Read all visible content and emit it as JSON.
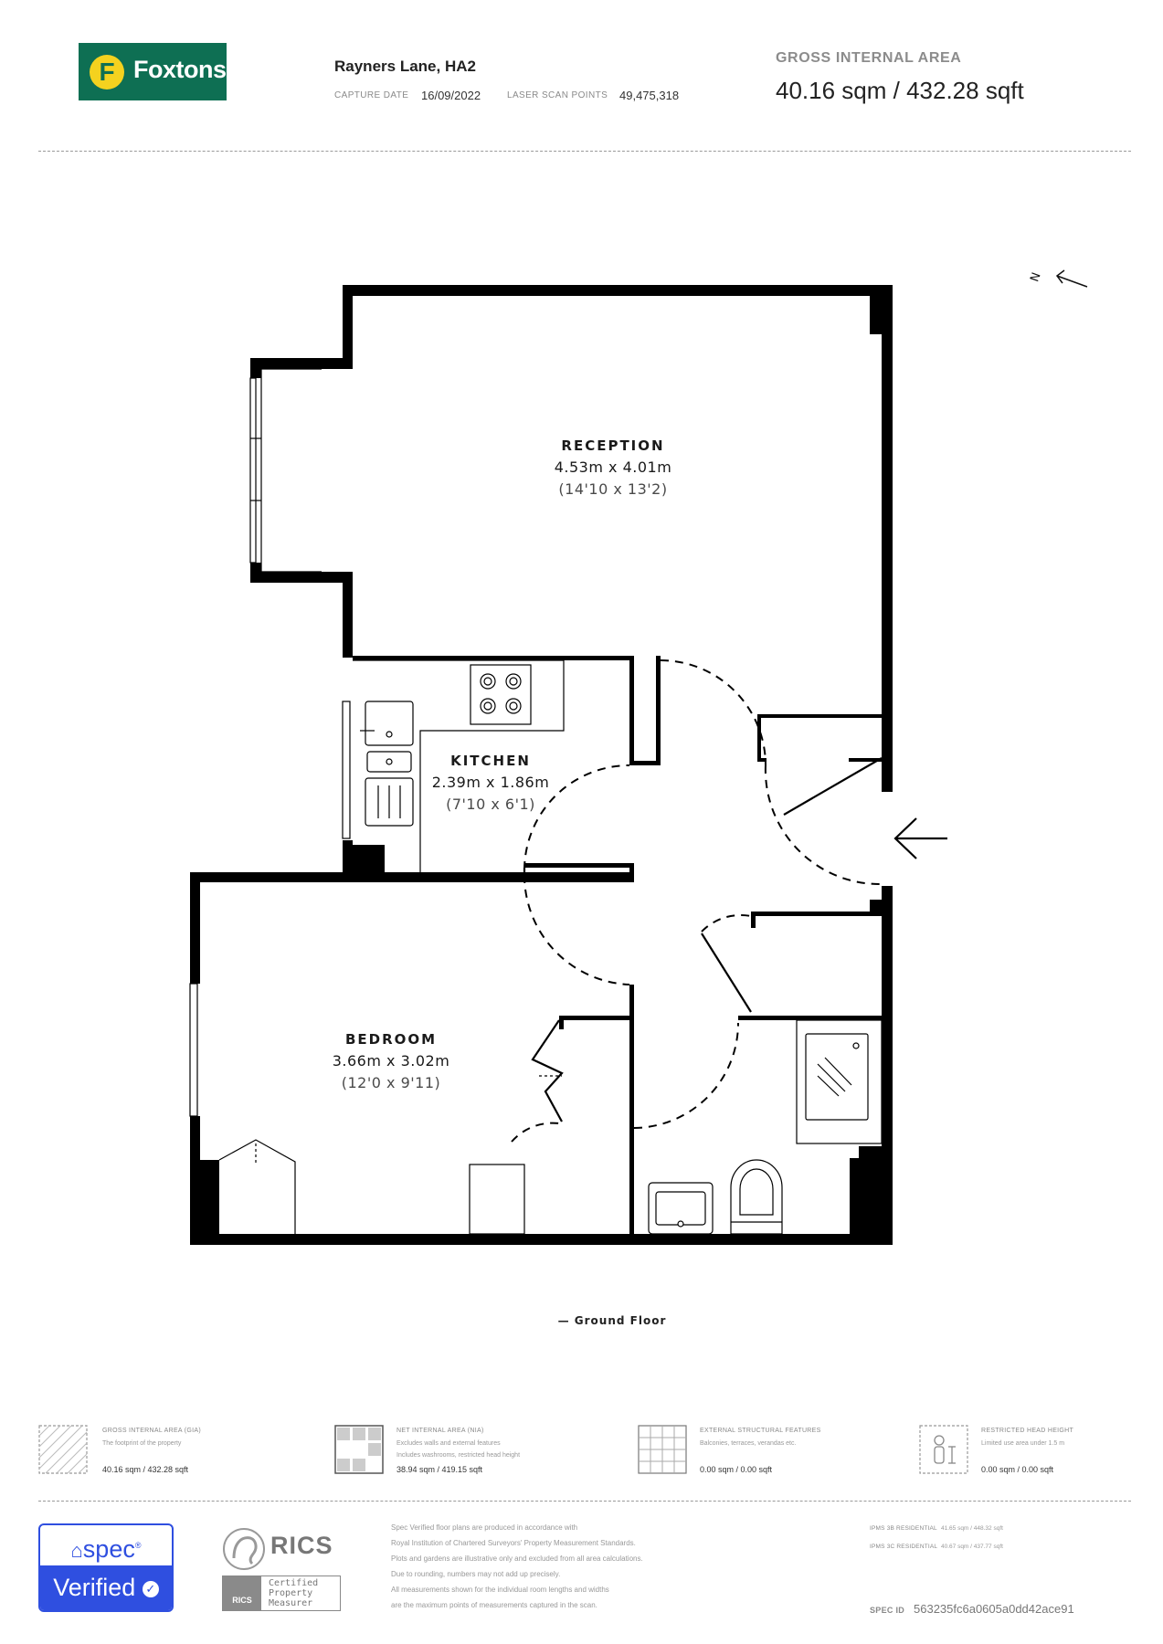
{
  "header": {
    "brand": "Foxtons",
    "brand_initial": "F",
    "address": "Rayners Lane, HA2",
    "capture_date_label": "CAPTURE DATE",
    "capture_date": "16/09/2022",
    "laser_label": "LASER SCAN POINTS",
    "laser_points": "49,475,318",
    "gia_label": "GROSS INTERNAL AREA",
    "gia_value": "40.16 sqm / 432.28 sqft"
  },
  "compass": {
    "letter": "N"
  },
  "rooms": [
    {
      "name": "RECEPTION",
      "metric": "4.53m x 4.01m",
      "imperial": "(14'10 x 13'2)"
    },
    {
      "name": "KITCHEN",
      "metric": "2.39m x 1.86m",
      "imperial": "(7'10 x 6'1)"
    },
    {
      "name": "BEDROOM",
      "metric": "3.66m x 3.02m",
      "imperial": "(12'0 x 9'11)"
    }
  ],
  "floor_label": "— Ground Floor",
  "legend": [
    {
      "title": "GROSS INTERNAL AREA (GIA)",
      "desc": [
        "The footprint of the property"
      ],
      "value": "40.16 sqm / 432.28 sqft"
    },
    {
      "title": "NET INTERNAL AREA (NIA)",
      "desc": [
        "Excludes walls and external features",
        "Includes washrooms, restricted head height"
      ],
      "value": "38.94 sqm / 419.15 sqft"
    },
    {
      "title": "EXTERNAL STRUCTURAL FEATURES",
      "desc": [
        "Balconies, terraces, verandas etc."
      ],
      "value": "0.00 sqm / 0.00 sqft"
    },
    {
      "title": "RESTRICTED HEAD HEIGHT",
      "desc": [
        "Limited use area under 1.5 m"
      ],
      "value": "0.00 sqm / 0.00 sqft"
    }
  ],
  "footer": {
    "spec_word": "spec",
    "verified_word": "Verified",
    "rics": "RICS",
    "rics_small": "RICS",
    "certified": [
      "Certified",
      "Property",
      "Measurer"
    ],
    "notes": [
      "Spec Verified floor plans are produced in accordance with",
      "Royal Institution of Chartered Surveyors' Property Measurement Standards.",
      "Plots and gardens are illustrative only and excluded from all area calculations.",
      "Due to rounding, numbers may not add up precisely.",
      "All measurements shown for the individual room lengths and widths",
      "are the maximum points of measurements captured in the scan."
    ],
    "ipms": [
      {
        "label": "IPMS 3B RESIDENTIAL",
        "value": "41.65 sqm / 448.32 sqft"
      },
      {
        "label": "IPMS 3C RESIDENTIAL",
        "value": "40.67 sqm / 437.77 sqft"
      }
    ],
    "spec_id_label": "SPEC ID",
    "spec_id": "563235fc6a0605a0dd42ace91"
  },
  "colors": {
    "brand_green": "#0e6f53",
    "brand_yellow": "#f4d21f",
    "spec_blue": "#2f4fe0",
    "wall": "#000000"
  }
}
